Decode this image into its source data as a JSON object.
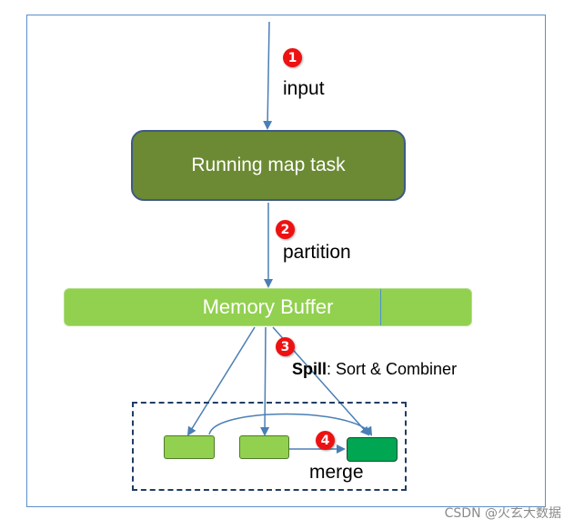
{
  "steps": {
    "step1": {
      "badge": "1",
      "label": "input"
    },
    "step2": {
      "badge": "2",
      "label": "partition"
    },
    "step3": {
      "badge": "3",
      "label_bold": "Spill",
      "label_rest": ": Sort & Combiner"
    },
    "step4": {
      "badge": "4",
      "label": "merge"
    }
  },
  "nodes": {
    "map_task": "Running map task",
    "memory_buffer": "Memory Buffer"
  },
  "colors": {
    "map_task_fill": "#6b8a33",
    "buffer_fill": "#92d050",
    "spill_file_fill": "#92d050",
    "merged_file_fill": "#00a651",
    "badge_fill": "#ee1111",
    "arrow": "#4a7fb5"
  },
  "watermark": "CSDN @火玄大数据"
}
